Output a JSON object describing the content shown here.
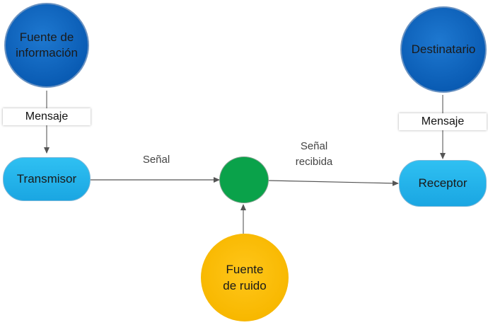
{
  "nodes": {
    "source": "Fuente de información",
    "destination": "Destinatario",
    "transmitter": "Transmisor",
    "receptor": "Receptor",
    "noise": "Fuente de ruido"
  },
  "messages": {
    "left": "Mensaje",
    "right": "Mensaje"
  },
  "edge_labels": {
    "signal": "Señal",
    "received_line1": "Señal",
    "received_line2": "recibida"
  },
  "colors": {
    "source_destination": "#0a5cb4",
    "transmitter_receptor": "#1fb0ea",
    "channel": "#0aa24a",
    "noise": "#f8b800"
  }
}
